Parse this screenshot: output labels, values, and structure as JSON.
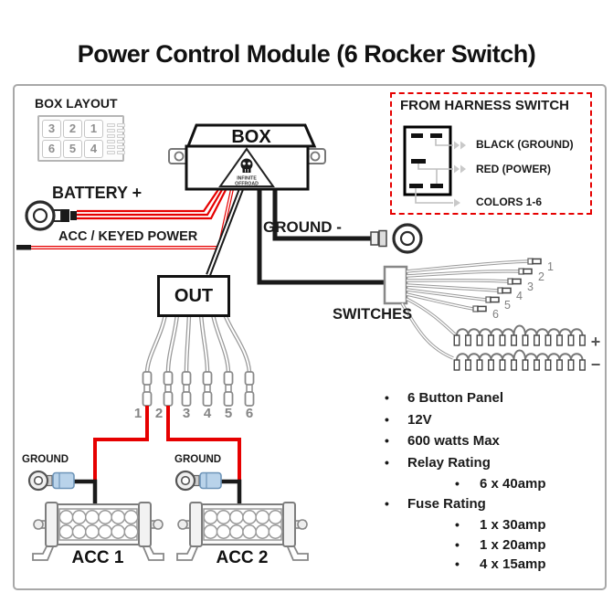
{
  "title": "Power Control Module (6 Rocker Switch)",
  "box_layout": {
    "label": "BOX LAYOUT",
    "cells": [
      "3",
      "2",
      "1",
      "6",
      "5",
      "4"
    ]
  },
  "box": {
    "label": "BOX",
    "logo_top": "INFINITE",
    "logo_bottom": "OFFROAD"
  },
  "harness": {
    "title": "FROM HARNESS SWITCH",
    "black_label": "BLACK (GROUND)",
    "red_label": "RED (POWER)",
    "colors_label": "COLORS 1-6"
  },
  "labels": {
    "battery": "BATTERY +",
    "acc_keyed": "ACC / KEYED POWER",
    "ground": "GROUND -",
    "switches": "SWITCHES"
  },
  "out": {
    "label": "OUT",
    "numbers": [
      "1",
      "2",
      "3",
      "4",
      "5",
      "6"
    ]
  },
  "switch_leads": {
    "numbers": [
      "1",
      "2",
      "3",
      "4",
      "5",
      "6"
    ],
    "plus": "+",
    "minus": "−"
  },
  "specs": {
    "items": [
      {
        "label": "6 Button Panel",
        "level": 1
      },
      {
        "label": "12V",
        "level": 1
      },
      {
        "label": "600 watts Max",
        "level": 1
      },
      {
        "label": "Relay Rating",
        "level": 1
      },
      {
        "label": "6 x 40amp",
        "level": 2
      },
      {
        "label": "Fuse Rating",
        "level": 1
      },
      {
        "label": "1 x 30amp",
        "level": 2
      },
      {
        "label": "1 x 20amp",
        "level": 2
      },
      {
        "label": "4 x 15amp",
        "level": 2
      }
    ]
  },
  "acc1": {
    "label": "ACC 1",
    "ground": "GROUND"
  },
  "acc2": {
    "label": "ACC 2",
    "ground": "GROUND"
  },
  "colors": {
    "wire_red": "#e60000",
    "wire_black": "#1a1a1a",
    "wire_gray": "#999999",
    "connector_blue": "#b9d3ea",
    "callout_dashed_red": "#e60000"
  }
}
